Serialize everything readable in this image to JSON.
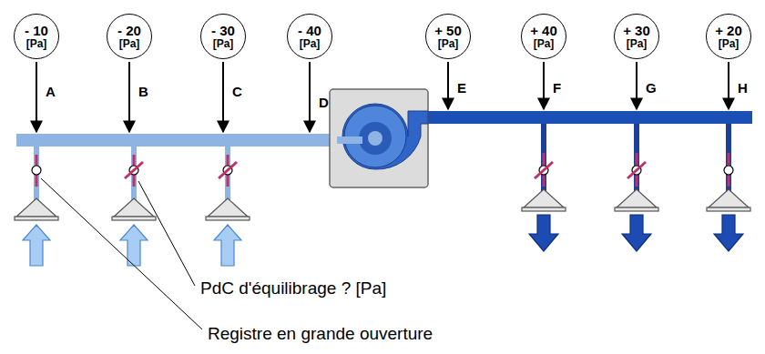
{
  "diagram": {
    "nodes": [
      {
        "text": [
          "- 10",
          "[Pa]"
        ]
      },
      {
        "text": [
          "- 20",
          "[Pa]"
        ]
      },
      {
        "text": [
          "- 30",
          "[Pa]"
        ]
      },
      {
        "text": [
          "- 40",
          "[Pa]"
        ]
      },
      {
        "text": [
          "+ 50",
          "[Pa]"
        ]
      },
      {
        "text": [
          "+ 40",
          "[Pa]"
        ]
      },
      {
        "text": [
          "+ 30",
          "[Pa]"
        ]
      },
      {
        "text": [
          "+ 20",
          "[Pa]"
        ]
      }
    ],
    "labels": [
      "A",
      "B",
      "C",
      "D",
      "E",
      "F",
      "G",
      "H",
      "PdC d'équilibrage ? [Pa]",
      "Registre en grande ouverture"
    ]
  }
}
